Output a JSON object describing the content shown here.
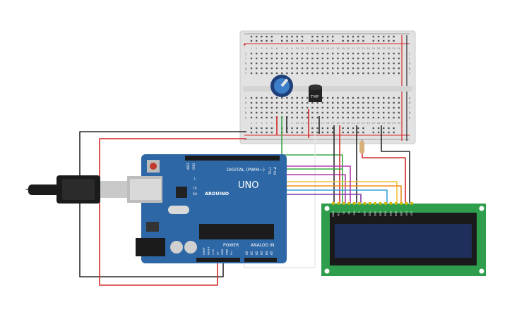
{
  "arduino": {
    "brand": "ARDUINO",
    "model": "UNO",
    "digital_label": "DIGITAL (PWM~)",
    "power_label": "POWER",
    "analog_label": "ANALOG IN",
    "tx_label": "TX",
    "rx_label": "RX",
    "l_label": "L",
    "aref_label": "AREF",
    "gnd_label": "GND",
    "tx_pin_label": "TX ▸1",
    "rx_pin_label": "RX ◂0",
    "power_pins": [
      "IOREF",
      "RESET",
      "3.3V",
      "5V",
      "GND",
      "GND",
      "Vin"
    ],
    "analog_pins": [
      "A0",
      "A1",
      "A2",
      "A3",
      "A4",
      "A5"
    ]
  },
  "sensor": {
    "label": "TMP"
  },
  "breadboard": {
    "columns": [
      "1",
      "2",
      "3",
      "4",
      "5",
      "6",
      "7",
      "8",
      "9",
      "10",
      "11",
      "12",
      "13",
      "14",
      "15",
      "16",
      "17",
      "18",
      "19",
      "20",
      "21",
      "22",
      "23",
      "24",
      "25",
      "26",
      "27",
      "28",
      "29",
      "30"
    ],
    "rows_top": [
      "j",
      "i",
      "h",
      "g",
      "f"
    ],
    "rows_bottom": [
      "e",
      "d",
      "c",
      "b",
      "a"
    ],
    "rail_plus": "+",
    "rail_minus": "-"
  },
  "lcd": {
    "pins": [
      "GND",
      "VCC",
      "V0",
      "RS",
      "RW",
      "E",
      "DB0",
      "DB1",
      "DB2",
      "DB3",
      "DB4",
      "DB5",
      "DB6",
      "DB7",
      "LED",
      "LED"
    ]
  },
  "colors": {
    "board": "#2e67a5",
    "breadboard": "#e2e2e2",
    "lcd_pcb": "#2f9e4c",
    "lcd_screen": "#1f2f5c",
    "wire_red": "#d42a2a",
    "wire_black": "#2a2a2a",
    "wire_green": "#3aa84a",
    "wire_magenta": "#b03aa8",
    "wire_yellow": "#f1c232",
    "wire_orange": "#ef8b1f",
    "wire_blue": "#3aa0d8",
    "wire_purple": "#7a3aa8",
    "wire_white": "#e8e8e8"
  }
}
